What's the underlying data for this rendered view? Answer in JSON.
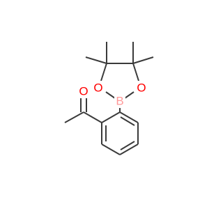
{
  "molecule": {
    "atoms": {
      "oxygen_ketone": {
        "symbol": "O",
        "color": "#ff0000"
      },
      "boron": {
        "symbol": "B",
        "color": "#ff9999"
      },
      "oxygen_left": {
        "symbol": "O",
        "color": "#ff0000"
      },
      "oxygen_right": {
        "symbol": "O",
        "color": "#ff0000"
      }
    },
    "bond_color": "#3a3a3a",
    "background": "#ffffff"
  }
}
